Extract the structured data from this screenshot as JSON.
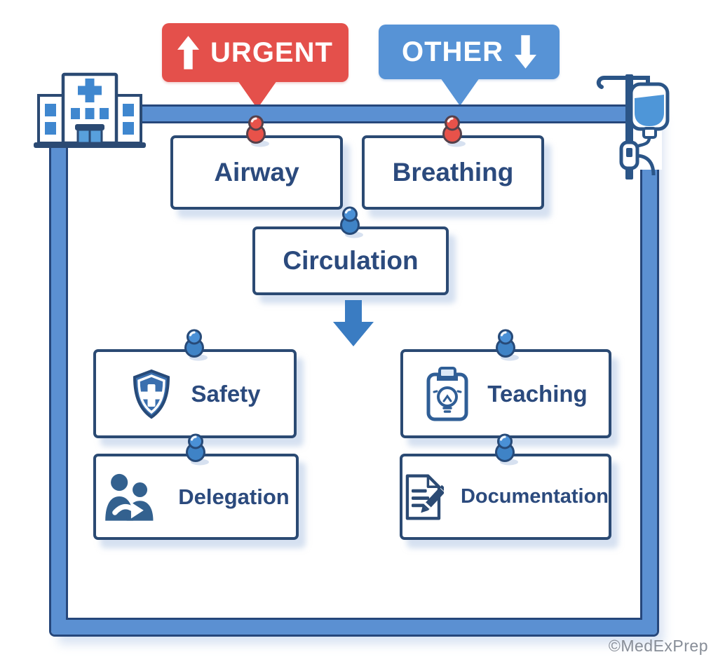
{
  "legend": {
    "urgent": {
      "label": "URGENT",
      "arrow": "up",
      "color": "#e4504b"
    },
    "other": {
      "label": "OTHER",
      "arrow": "down",
      "color": "#5793d6"
    }
  },
  "board": {
    "frame_fill": "#5b90d2",
    "frame_outline": "#26477b",
    "card_border": "#2b4a73",
    "card_text": "#2b4a7d",
    "pin_red": "#e8524a",
    "pin_blue": "#4a90d6",
    "shadow": "#cdd9ec"
  },
  "cards": {
    "airway": {
      "label": "Airway",
      "pin": "red",
      "icon": null
    },
    "breathing": {
      "label": "Breathing",
      "pin": "red",
      "icon": null
    },
    "circulation": {
      "label": "Circulation",
      "pin": "blue",
      "icon": null
    },
    "safety": {
      "label": "Safety",
      "pin": "blue",
      "icon": "shield-cross-icon"
    },
    "teaching": {
      "label": "Teaching",
      "pin": "blue",
      "icon": "clipboard-lightbulb-icon"
    },
    "delegation": {
      "label": "Delegation",
      "pin": "blue",
      "icon": "people-handoff-icon"
    },
    "documentation": {
      "label": "Documentation",
      "pin": "blue",
      "icon": "document-pencil-icon"
    }
  },
  "flow": {
    "from": "circulation",
    "direction": "down",
    "arrow_color": "#3a7cc2"
  },
  "decorations": {
    "top_left": "hospital-building-icon",
    "top_right": "iv-drip-icon"
  },
  "watermark": {
    "text": "©MedExPrep"
  }
}
